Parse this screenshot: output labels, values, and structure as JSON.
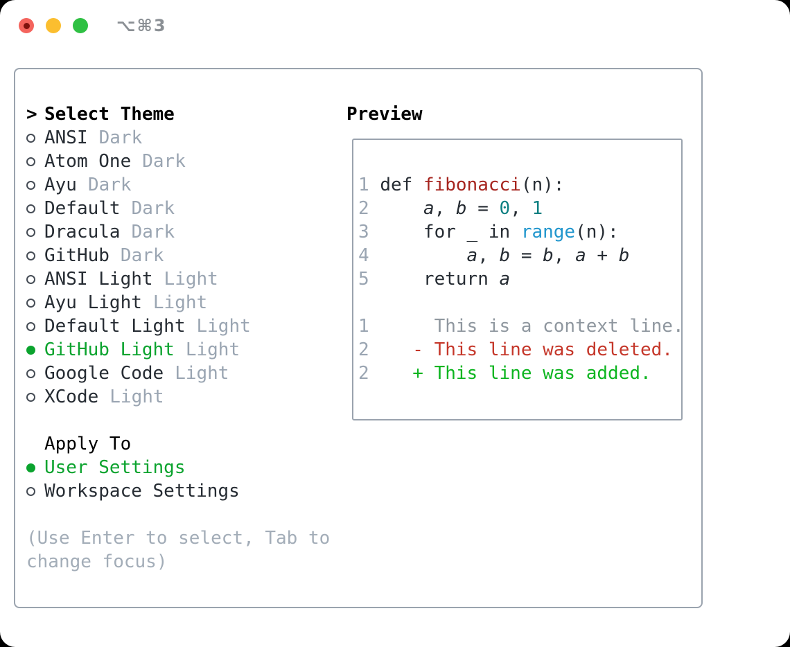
{
  "window": {
    "title": "⌥⌘3",
    "traffic_lights": [
      "close",
      "minimize",
      "zoom"
    ]
  },
  "theme_panel": {
    "header": {
      "marker": ">",
      "label": "Select Theme"
    },
    "themes": [
      {
        "name": "ANSI",
        "tag": "Dark",
        "selected": false
      },
      {
        "name": "Atom One",
        "tag": "Dark",
        "selected": false
      },
      {
        "name": "Ayu",
        "tag": "Dark",
        "selected": false
      },
      {
        "name": "Default",
        "tag": "Dark",
        "selected": false
      },
      {
        "name": "Dracula",
        "tag": "Dark",
        "selected": false
      },
      {
        "name": "GitHub",
        "tag": "Dark",
        "selected": false
      },
      {
        "name": "ANSI Light",
        "tag": "Light",
        "selected": false
      },
      {
        "name": "Ayu Light",
        "tag": "Light",
        "selected": false
      },
      {
        "name": "Default Light",
        "tag": "Light",
        "selected": false
      },
      {
        "name": "GitHub Light",
        "tag": "Light",
        "selected": true
      },
      {
        "name": "Google Code",
        "tag": "Light",
        "selected": false
      },
      {
        "name": "XCode",
        "tag": "Light",
        "selected": false
      }
    ],
    "apply_to": {
      "header": "Apply To",
      "options": [
        {
          "name": "User Settings",
          "selected": true
        },
        {
          "name": "Workspace Settings",
          "selected": false
        }
      ]
    },
    "hint_lines": [
      "(Use Enter to select, Tab to",
      "change focus)"
    ]
  },
  "preview": {
    "header": "Preview",
    "code_lines": [
      {
        "num": "1",
        "tokens": [
          {
            "text": "def ",
            "style": "code"
          },
          {
            "text": "fibonacci",
            "style": "function"
          },
          {
            "text": "(n):",
            "style": "code"
          }
        ]
      },
      {
        "num": "2",
        "tokens": [
          {
            "text": "    ",
            "style": "code"
          },
          {
            "text": "a",
            "style": "variable"
          },
          {
            "text": ", ",
            "style": "code"
          },
          {
            "text": "b",
            "style": "variable"
          },
          {
            "text": " = ",
            "style": "code"
          },
          {
            "text": "0",
            "style": "number"
          },
          {
            "text": ", ",
            "style": "code"
          },
          {
            "text": "1",
            "style": "number"
          }
        ]
      },
      {
        "num": "3",
        "tokens": [
          {
            "text": "    for _ in ",
            "style": "code"
          },
          {
            "text": "range",
            "style": "builtin"
          },
          {
            "text": "(n):",
            "style": "code"
          }
        ]
      },
      {
        "num": "4",
        "tokens": [
          {
            "text": "        ",
            "style": "code"
          },
          {
            "text": "a",
            "style": "variable"
          },
          {
            "text": ", ",
            "style": "code"
          },
          {
            "text": "b",
            "style": "variable"
          },
          {
            "text": " = ",
            "style": "code"
          },
          {
            "text": "b",
            "style": "variable"
          },
          {
            "text": ", ",
            "style": "code"
          },
          {
            "text": "a",
            "style": "variable"
          },
          {
            "text": " + ",
            "style": "code"
          },
          {
            "text": "b",
            "style": "variable"
          }
        ]
      },
      {
        "num": "5",
        "tokens": [
          {
            "text": "    return ",
            "style": "code"
          },
          {
            "text": "a",
            "style": "variable"
          }
        ]
      }
    ],
    "diff_lines": [
      {
        "num": "1",
        "marker": "",
        "text": "This is a context line.",
        "kind": "context"
      },
      {
        "num": "2",
        "marker": "-",
        "text": "This line was deleted.",
        "kind": "deleted"
      },
      {
        "num": "2",
        "marker": "+",
        "text": "This line was added.",
        "kind": "added"
      }
    ]
  },
  "colors": {
    "border": "#9aa3ae",
    "text": "#262c33",
    "tag": "#9aa5b2",
    "green": "#0ba32e",
    "hint": "#a3adb8",
    "ring": "#454c55",
    "ln": "#9aa5b2",
    "func": "#a6251f",
    "builtin": "#2196cd",
    "number": "#0d7f81",
    "context": "#8f979f",
    "del": "#c5372a",
    "add": "#0db520",
    "title": "#8a8f94",
    "tl-red": "#f4645d",
    "tl-red-dot": "#7e120d",
    "tl-yellow": "#fbbe2f",
    "tl-green": "#2fc043"
  }
}
